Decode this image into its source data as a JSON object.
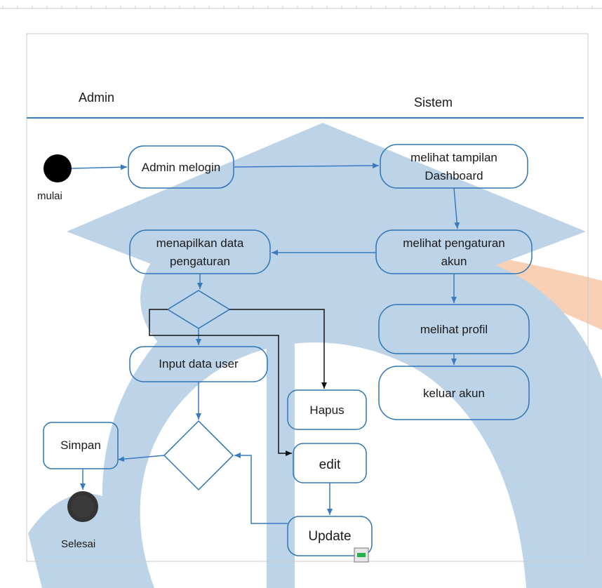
{
  "lanes": {
    "left": "Admin",
    "right": "Sistem"
  },
  "start_label": "mulai",
  "end_label": "Selesai",
  "nodes": {
    "admin_melogin": "Admin melogin",
    "dashboard": [
      "melihat tampilan",
      "Dashboard"
    ],
    "pengaturan_akun": [
      "melihat pengaturan",
      "akun"
    ],
    "menampilkan_data": [
      "menapilkan data",
      "pengaturan"
    ],
    "melihat_profil": "melihat profil",
    "keluar_akun": "keluar akun",
    "input_data_user": "Input data user",
    "hapus": "Hapus",
    "simpan": "Simpan",
    "edit": "edit",
    "update": "Update"
  },
  "colors": {
    "watermark_blue": "#bcd3e8",
    "watermark_orange": "#f7c8a8",
    "box_stroke": "#2e75b6",
    "lane_line": "#3b82c4",
    "arrow": "#3a7bbf",
    "black_arrow": "#111111"
  }
}
